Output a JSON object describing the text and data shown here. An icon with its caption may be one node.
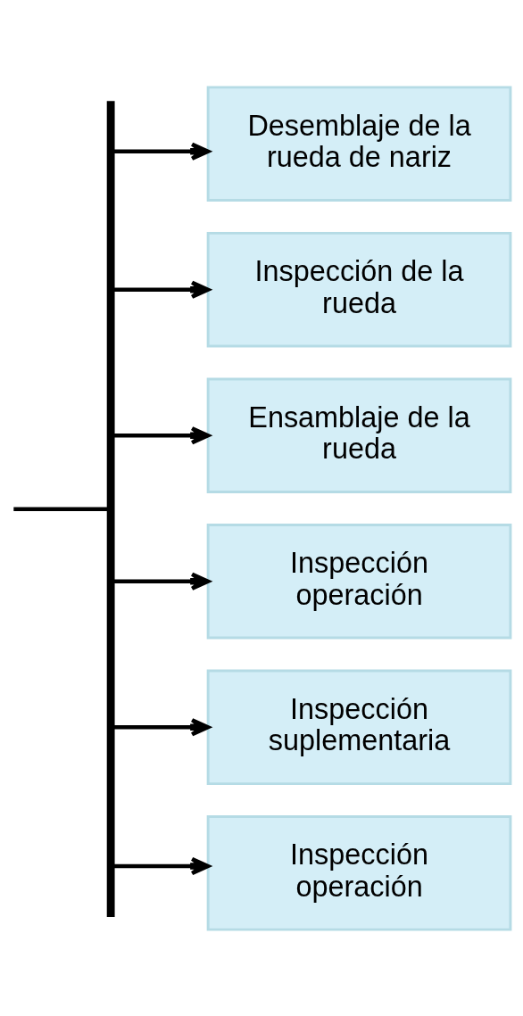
{
  "diagram": {
    "nodes": [
      {
        "text": [],
        "shape": "bar"
      },
      {
        "text": [
          "Desemblaje de la rueda de nariz"
        ]
      },
      {
        "text": [
          "Inspección de la rueda"
        ]
      },
      {
        "text": [
          "Ensamblaje de la rueda"
        ]
      },
      {
        "text": [
          "Inspección operación"
        ]
      },
      {
        "text": [
          "Inspección suplementaria"
        ]
      },
      {
        "text": [
          "Inspección operación"
        ]
      }
    ],
    "edges": [
      {
        "from": null,
        "to": 0,
        "arrow": "none"
      },
      {
        "from": 0,
        "to": 1,
        "arrow": "to"
      },
      {
        "from": 0,
        "to": 2,
        "arrow": "to"
      },
      {
        "from": 0,
        "to": 3,
        "arrow": "to"
      },
      {
        "from": 0,
        "to": 4,
        "arrow": "to"
      },
      {
        "from": 0,
        "to": 5,
        "arrow": "to"
      },
      {
        "from": 0,
        "to": 6,
        "arrow": "to"
      }
    ]
  }
}
